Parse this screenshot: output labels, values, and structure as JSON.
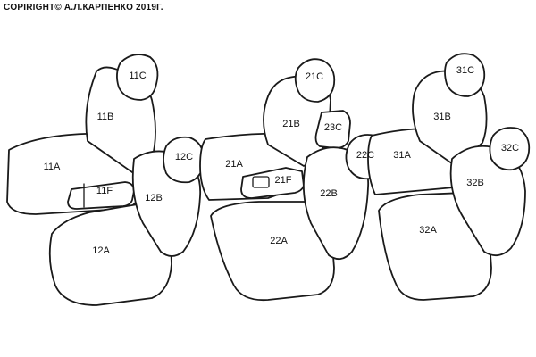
{
  "copyright": "COPIRIGHT© А.Л.КАРПЕНКО 2019Г.",
  "labels": {
    "s11C": "11C",
    "s11B": "11B",
    "s11A": "11A",
    "s11F": "11F",
    "s12C": "12C",
    "s12B": "12B",
    "s12A": "12A",
    "s21C": "21C",
    "s21B": "21B",
    "s21A": "21A",
    "s21F": "21F",
    "s23C": "23C",
    "s22C": "22C",
    "s22B": "22B",
    "s22A": "22A",
    "s31C": "31C",
    "s31B": "31B",
    "s31A": "31A",
    "s32C": "32C",
    "s32B": "32B",
    "s32A": "32A"
  }
}
